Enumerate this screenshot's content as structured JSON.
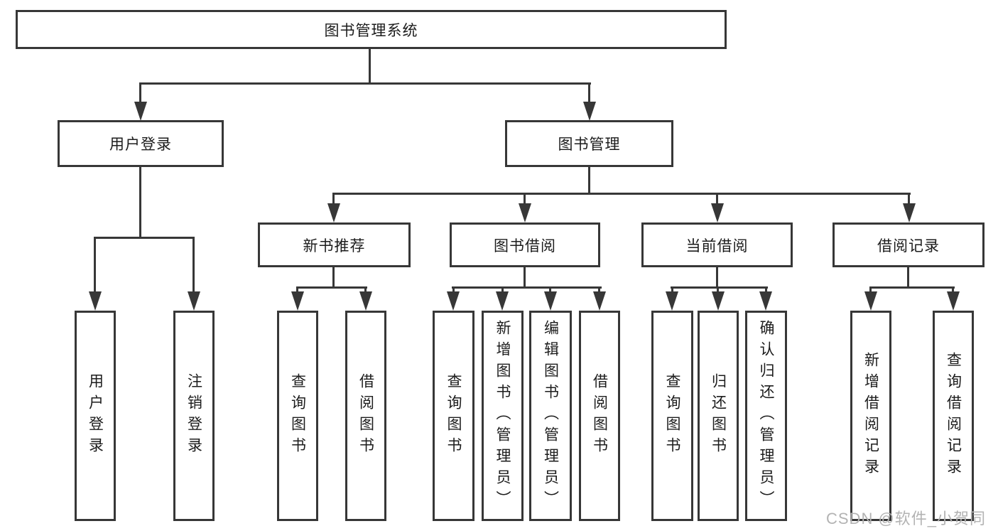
{
  "colors": {
    "line": "#373737",
    "border": "#373737",
    "text": "#1c1c1c",
    "background": "#ffffff",
    "watermark": "#b3b3b3"
  },
  "tree": {
    "label": "图书管理系统",
    "children": [
      {
        "label": "用户登录",
        "children": [
          {
            "label": "用户登录"
          },
          {
            "label": "注销登录"
          }
        ]
      },
      {
        "label": "图书管理",
        "children": [
          {
            "label": "新书推荐",
            "children": [
              {
                "label": "查询图书"
              },
              {
                "label": "借阅图书"
              }
            ]
          },
          {
            "label": "图书借阅",
            "children": [
              {
                "label": "查询图书"
              },
              {
                "label": "新增图书（管理员）"
              },
              {
                "label": "编辑图书（管理员）"
              },
              {
                "label": "借阅图书"
              }
            ]
          },
          {
            "label": "当前借阅",
            "children": [
              {
                "label": "查询图书"
              },
              {
                "label": "归还图书"
              },
              {
                "label": "确认归还（管理员）"
              }
            ]
          },
          {
            "label": "借阅记录",
            "children": [
              {
                "label": "新增借阅记录"
              },
              {
                "label": "查询借阅记录"
              }
            ]
          }
        ]
      }
    ]
  },
  "watermark": {
    "text": "CSDN @软件_小贺同学"
  }
}
